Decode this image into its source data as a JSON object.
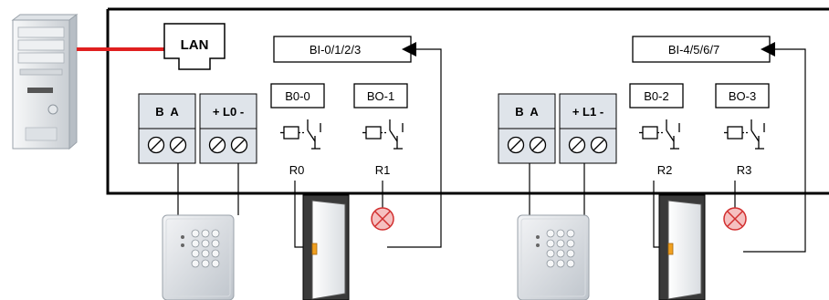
{
  "lan_label": "LAN",
  "controller_left": {
    "binary_inputs": "BI-0/1/2/3",
    "bus_terminal": "B  A",
    "power_terminal": "+ L0 -",
    "relays": [
      {
        "output": "B0-0",
        "relay": "R0"
      },
      {
        "output": "BO-1",
        "relay": "R1"
      }
    ]
  },
  "controller_right": {
    "binary_inputs": "BI-4/5/6/7",
    "bus_terminal": "B  A",
    "power_terminal": "+ L1 -",
    "relays": [
      {
        "output": "B0-2",
        "relay": "R2"
      },
      {
        "output": "BO-3",
        "relay": "R3"
      }
    ]
  },
  "colors": {
    "lan_cable": "#e02020",
    "terminal_fill": "#dfe4ea",
    "door_latch": "#f0a020",
    "lamp_fill": "#f5c0c0",
    "lamp_stroke": "#d23030",
    "pc_case": "#e8eaec"
  },
  "icons": [
    "computer-icon",
    "keypad-reader-icon",
    "door-icon",
    "lamp-icon",
    "relay-icon",
    "screw-terminal-icon"
  ]
}
